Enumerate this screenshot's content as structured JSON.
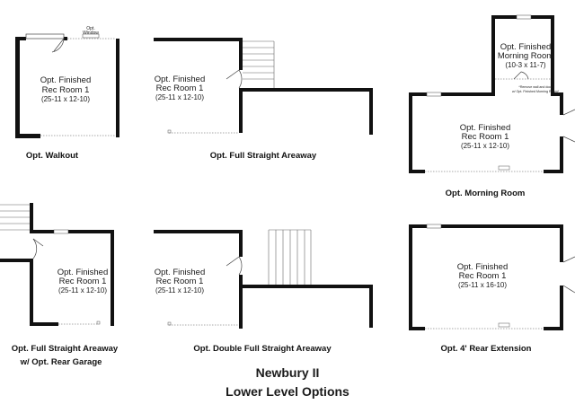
{
  "document": {
    "title_line_1": "Newbury II",
    "title_line_2": "Lower Level Options"
  },
  "plans": [
    {
      "caption": "Opt. Walkout",
      "room_title_1": "Opt. Finished",
      "room_title_2": "Rec Room 1",
      "room_dims": "(25-11 x 12-10)",
      "window_label_1": "Opt.",
      "window_label_2": "Window"
    },
    {
      "caption": "Opt. Full Straight Areaway",
      "room_title_1": "Opt. Finished",
      "room_title_2": "Rec Room 1",
      "room_dims": "(25-11 x 12-10)"
    },
    {
      "caption": "Opt. Morning Room",
      "room_title_1": "Opt. Finished",
      "room_title_2": "Rec Room 1",
      "room_dims": "(25-11 x 12-10)",
      "morning_title_1": "Opt. Finished",
      "morning_title_2": "Morning Room",
      "morning_dims": "(10-3 x 11-7)",
      "note_1": "*Remove wall and door",
      "note_2": "w/ Opt. Finished Morning Room*"
    },
    {
      "caption_1": "Opt. Full Straight Areaway",
      "caption_2": "w/ Opt. Rear Garage",
      "room_title_1": "Opt. Finished",
      "room_title_2": "Rec Room 1",
      "room_dims": "(25-11 x 12-10)"
    },
    {
      "caption": "Opt. Double Full Straight Areaway",
      "room_title_1": "Opt. Finished",
      "room_title_2": "Rec Room 1",
      "room_dims": "(25-11 x 12-10)"
    },
    {
      "caption": "Opt. 4' Rear Extension",
      "room_title_1": "Opt. Finished",
      "room_title_2": "Rec Room 1",
      "room_dims": "(25-11 x 16-10)"
    }
  ]
}
